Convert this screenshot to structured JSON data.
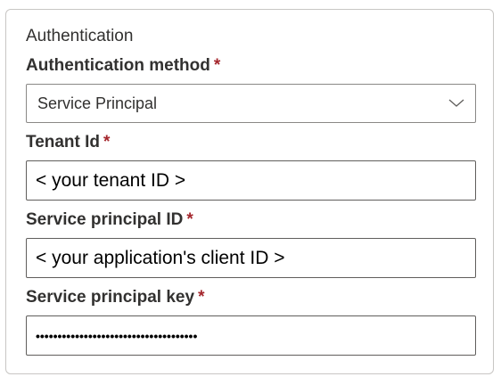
{
  "authentication": {
    "section_title": "Authentication",
    "required_marker": "*",
    "method": {
      "label": "Authentication method",
      "selected": "Service Principal"
    },
    "tenant_id": {
      "label": "Tenant Id",
      "value": "< your tenant ID >"
    },
    "service_principal_id": {
      "label": "Service principal ID",
      "value": "< your application's client ID >"
    },
    "service_principal_key": {
      "label": "Service principal key",
      "value": "•••••••••••••••••••••••••••••••••••••"
    }
  },
  "icons": {
    "dropdown": "chevron-down-icon"
  },
  "colors": {
    "required": "#a4262c",
    "border": "#8a8886",
    "text": "#323130"
  }
}
